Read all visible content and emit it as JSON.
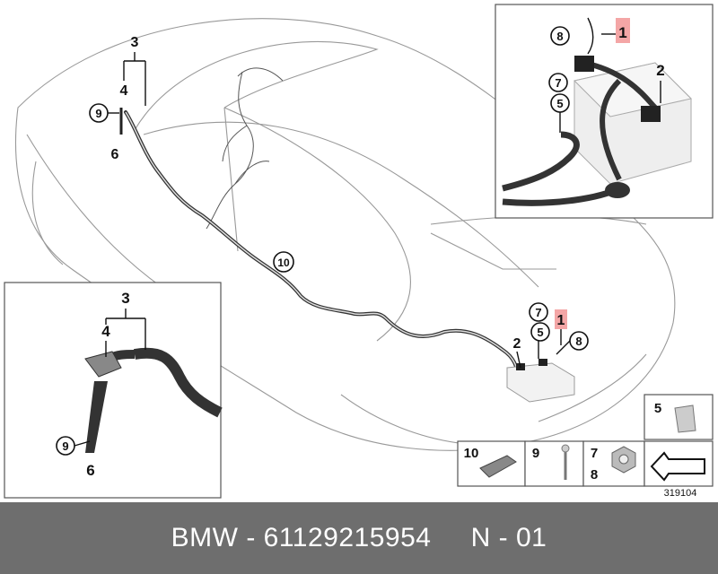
{
  "diagram": {
    "figure_number": "319104",
    "callouts": {
      "n1": "1",
      "n2": "2",
      "n3": "3",
      "n4": "4",
      "n5": "5",
      "n6": "6",
      "n7": "7",
      "n8": "8",
      "n9": "9",
      "n10": "10"
    },
    "colors": {
      "highlight": "#f4a6a6",
      "footer_bg": "#6e6e6e"
    }
  },
  "footer": {
    "text": "BMW - 61129215954     N - 01"
  }
}
